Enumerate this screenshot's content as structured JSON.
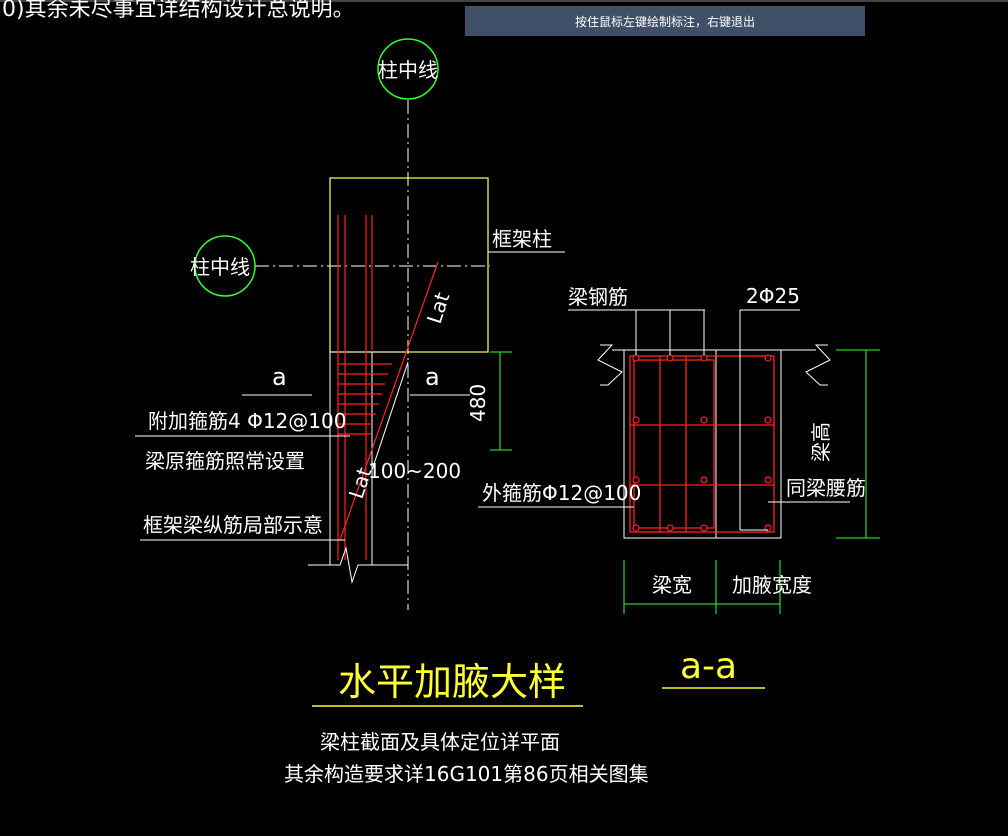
{
  "status_hint": "按住鼠标左键绘制标注，右键退出",
  "drawing": {
    "top_note": "0)其余未尽事宜详结构设计总说明。",
    "column_centerline_label": "柱中线",
    "frame_column": "框架柱",
    "section_mark_left": "a",
    "section_mark_right": "a",
    "anchor_len_upper": "Lat",
    "anchor_len_lower": "Lat",
    "dim_haunch": "480",
    "dim_range": "100~200",
    "additional_stirrup": "附加箍筋4 Φ12@100",
    "original_stirrup": "梁原箍筋照常设置",
    "longitudinal_note": "框架梁纵筋局部示意",
    "beam_rebar": "梁钢筋",
    "rebar_2phi25": "2Φ25",
    "outer_stirrup": "外箍筋Φ12@100",
    "waist_rebar": "同梁腰筋",
    "beam_height": "梁高",
    "beam_width": "梁宽",
    "haunch_width": "加腋宽度",
    "detail_title": "水平加腋大样",
    "section_title": "a-a",
    "note_line1": "梁柱截面及具体定位详平面",
    "note_line2": "其余构造要求详16G101第86页相关图集"
  },
  "colors": {
    "background": "#000000",
    "text_white": "#ffffff",
    "title_yellow": "#ffff33",
    "rebar_red": "#ff2020",
    "dim_green": "#33ff33",
    "outline_yellow": "#ffff66",
    "hint_bar_bg": "#3f4f68"
  }
}
